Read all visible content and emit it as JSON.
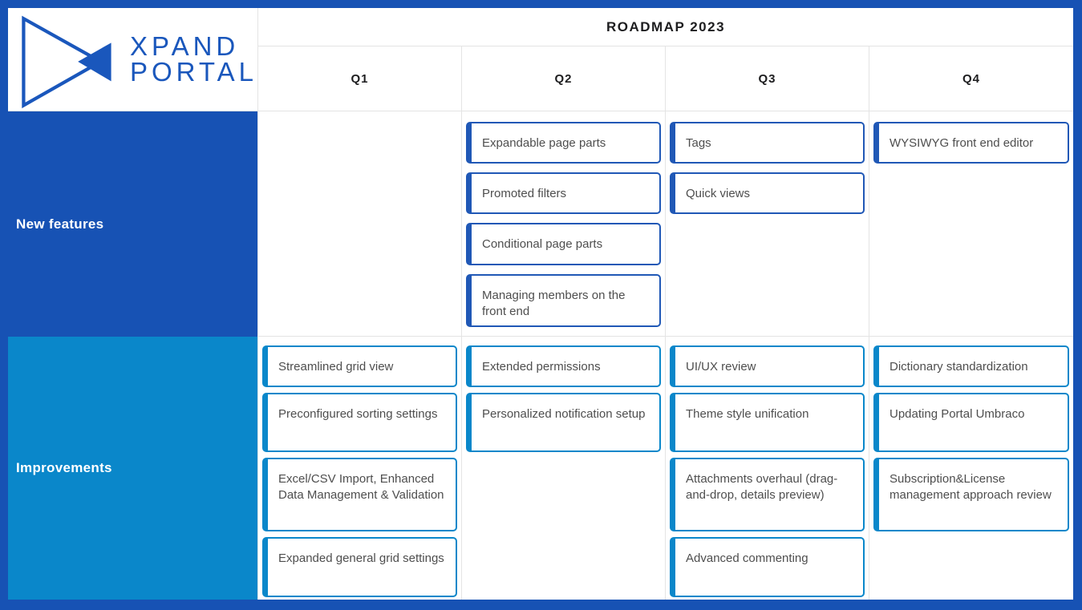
{
  "brand": {
    "line1": "XPAND",
    "line2": "PORTAL"
  },
  "header": {
    "title": "ROADMAP 2023",
    "quarters": [
      "Q1",
      "Q2",
      "Q3",
      "Q4"
    ]
  },
  "rows": [
    {
      "label": "New features",
      "cells": [
        [],
        [
          "Expandable page parts",
          "Promoted filters",
          "Conditional page parts",
          "Managing members on the front end"
        ],
        [
          "Tags",
          "Quick views"
        ],
        [
          "WYSIWYG front end editor"
        ]
      ]
    },
    {
      "label": "Improvements",
      "cells": [
        [
          "Streamlined grid view",
          "Preconfigured sorting settings",
          "Excel/CSV Import, Enhanced Data Management & Validation",
          "Expanded general grid settings"
        ],
        [
          "Extended permissions",
          "Personalized notification setup"
        ],
        [
          "UI/UX review",
          "Theme style unification",
          "Attachments overhaul (drag-and-drop, details preview)",
          "Advanced commenting"
        ],
        [
          "Dictionary standardization",
          "Updating Portal Umbraco",
          "Subscription&License management approach review"
        ]
      ]
    }
  ],
  "colors": {
    "dark_blue": "#1752b4",
    "light_blue": "#0a87ca",
    "card_text": "#4e4e4e",
    "header_text": "#1d1d1f"
  }
}
